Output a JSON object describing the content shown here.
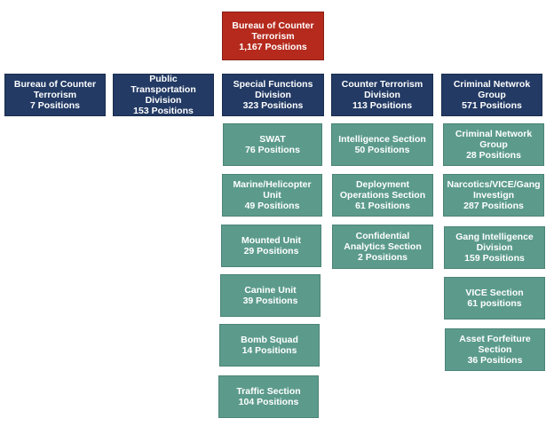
{
  "org_chart": {
    "root": {
      "name": "Bureau of Counter Terrorism",
      "count": "1,167 Positions"
    },
    "divisions": [
      {
        "name": "Bureau of Counter Terrorism",
        "count": "7 Positions",
        "units": []
      },
      {
        "name": "Public Transportation Division",
        "count": "153 Positions",
        "units": []
      },
      {
        "name": "Special Functions Division",
        "count": "323 Positions",
        "units": [
          {
            "name": "SWAT",
            "count": "76 Positions"
          },
          {
            "name": "Marine/Helicopter Unit",
            "count": "49 Positions"
          },
          {
            "name": "Mounted Unit",
            "count": "29 Positions"
          },
          {
            "name": "Canine Unit",
            "count": "39 Positions"
          },
          {
            "name": "Bomb Squad",
            "count": "14 Positions"
          },
          {
            "name": "Traffic Section",
            "count": "104 Positions"
          }
        ]
      },
      {
        "name": "Counter Terrorism Division",
        "count": "113 Positions",
        "units": [
          {
            "name": "Intelligence Section",
            "count": "50 Positions"
          },
          {
            "name": "Deployment Operations Section",
            "count": "61 Positions"
          },
          {
            "name": "Confidential Analytics Section",
            "count": "2 Positions"
          }
        ]
      },
      {
        "name": "Criminal Netwrok Group",
        "count": "571 Positions",
        "units": [
          {
            "name": "Criminal Network Group",
            "count": "28 Positions"
          },
          {
            "name": "Narcotics/VICE/Gang Investign",
            "count": "287 Positions"
          },
          {
            "name": "Gang Intelligence Division",
            "count": "159 Positions"
          },
          {
            "name": "VICE Section",
            "count": "61 positions"
          },
          {
            "name": "Asset Forfeiture Section",
            "count": "36 Positions"
          }
        ]
      }
    ]
  },
  "colors": {
    "root": "#b52a1d",
    "division": "#223a64",
    "unit": "#5c9b8c"
  }
}
